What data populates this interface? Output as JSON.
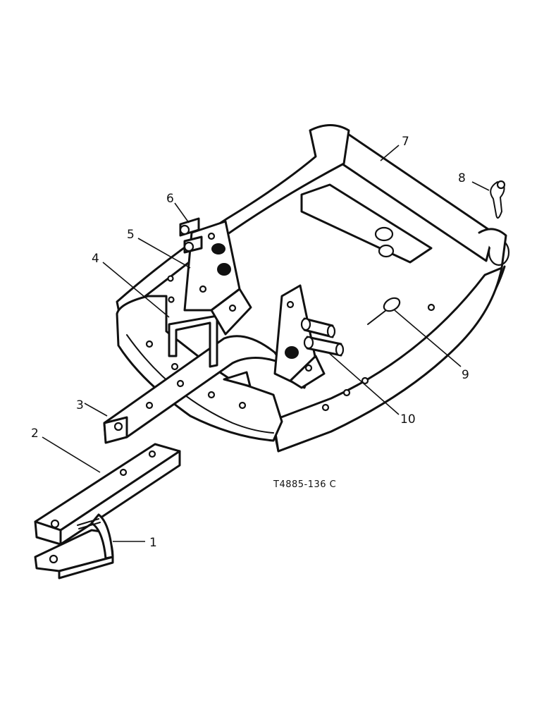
{
  "callouts": [
    {
      "id": "1",
      "label": "1"
    },
    {
      "id": "2",
      "label": "2"
    },
    {
      "id": "3",
      "label": "3"
    },
    {
      "id": "4",
      "label": "4"
    },
    {
      "id": "5",
      "label": "5"
    },
    {
      "id": "6",
      "label": "6"
    },
    {
      "id": "7",
      "label": "7"
    },
    {
      "id": "8",
      "label": "8"
    },
    {
      "id": "9",
      "label": "9"
    },
    {
      "id": "10",
      "label": "10"
    }
  ],
  "drawing_code": "T4885-136 C",
  "colors": {
    "ink": "#111111",
    "paper": "#ffffff"
  }
}
